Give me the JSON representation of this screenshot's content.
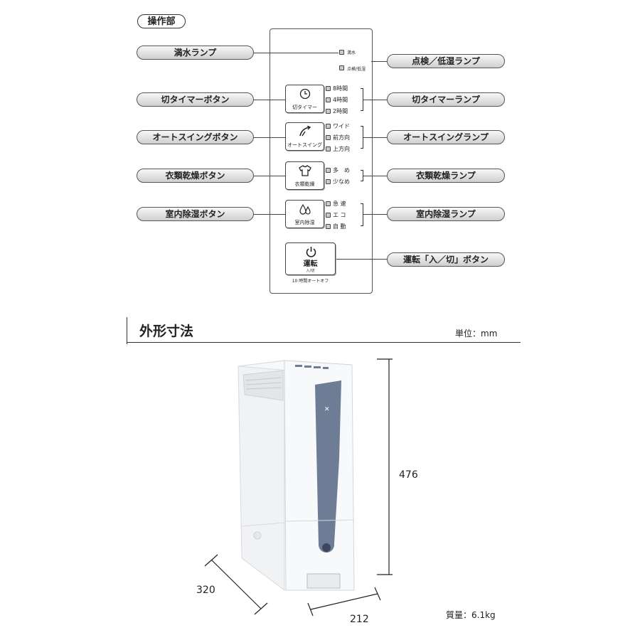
{
  "section_operation": "操作部",
  "callouts_left": [
    {
      "id": "full",
      "label": "満水ランプ"
    },
    {
      "id": "timer",
      "label": "切タイマーボタン"
    },
    {
      "id": "swing",
      "label": "オートスイングボタン"
    },
    {
      "id": "dry",
      "label": "衣類乾燥ボタン"
    },
    {
      "id": "dehum",
      "label": "室内除湿ボタン"
    }
  ],
  "callouts_right": [
    {
      "id": "check",
      "label": "点検／低湿ランプ"
    },
    {
      "id": "timer",
      "label": "切タイマーランプ"
    },
    {
      "id": "swing",
      "label": "オートスイングランプ"
    },
    {
      "id": "dry",
      "label": "衣類乾燥ランプ"
    },
    {
      "id": "dehum",
      "label": "室内除湿ランプ"
    },
    {
      "id": "power",
      "label": "運転「入／切」ボタン"
    }
  ],
  "panel": {
    "indicators": {
      "full": "満水",
      "check": "点検/低湿"
    },
    "buttons": {
      "timer": "切タイマー",
      "swing": "オートスイング",
      "dry": "衣類乾燥",
      "dehum": "室内除湿"
    },
    "timer_lamps": [
      "8時間",
      "4時間",
      "2時間"
    ],
    "swing_lamps": [
      "ワイド",
      "前方向",
      "上方向"
    ],
    "dry_lamps": [
      "多　め",
      "少なめ"
    ],
    "dehum_lamps": [
      "急 速",
      "エ コ",
      "自 動"
    ],
    "power": {
      "label": "運転",
      "sub": "入/切",
      "note": "10 時間オートオフ"
    }
  },
  "dimensions": {
    "title": "外形寸法",
    "unit": "単位：mm",
    "height": "476",
    "depth": "320",
    "width": "212",
    "mass": "質量：6.1kg"
  },
  "colors": {
    "accent_stripe": "#6f7c96",
    "body": "#eef0f2"
  }
}
